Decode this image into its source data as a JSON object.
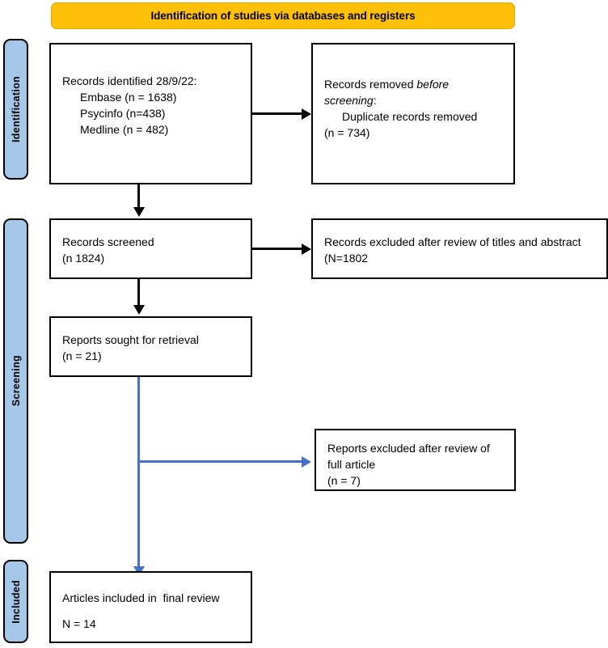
{
  "diagram": {
    "type": "prisma-flow-diagram",
    "banner": {
      "title": "Identification of studies via databases and registers",
      "color": "#FFC107"
    },
    "stages": [
      {
        "id": "identification",
        "label": "Identification",
        "color": "#A5C8E8"
      },
      {
        "id": "screening",
        "label": "Screening",
        "color": "#A5C8E8"
      },
      {
        "id": "included",
        "label": "Included",
        "color": "#A5C8E8"
      }
    ],
    "boxes": {
      "records_identified": {
        "line1": "Records identified 28/9/22:",
        "line2": "Embase (n = 1638)",
        "line3": "Psycinfo (n=438)",
        "line4": "Medline (n = 482)"
      },
      "records_removed": {
        "line1a": "Records removed ",
        "line1b": "before",
        "line2a": "screening",
        "line2b": ":",
        "line3": "Duplicate records removed",
        "line4": "(n = 734)"
      },
      "records_screened": {
        "line1": "Records screened",
        "line2": "(n 1824)"
      },
      "records_excluded": {
        "line1": "Records excluded after review of titles and abstract",
        "line2": "(N=1802"
      },
      "reports_sought": {
        "line1": "Reports sought for retrieval",
        "line2": "(n = 21)"
      },
      "reports_excluded": {
        "line1": "Reports excluded after review of",
        "line2": "full article",
        "line3": "(n = 7)"
      },
      "articles_included": {
        "line1": "Articles included in  final review",
        "line2": "N = 14"
      }
    },
    "counts": {
      "embase": 1638,
      "psycinfo": 438,
      "medline": 482,
      "duplicates_removed": 734,
      "records_screened": 1824,
      "records_excluded_title_abstract": 1802,
      "reports_sought": 21,
      "reports_excluded_full_article": 7,
      "articles_included": 14
    },
    "connector_colors": {
      "black": "#000000",
      "blue": "#4472C4"
    }
  }
}
